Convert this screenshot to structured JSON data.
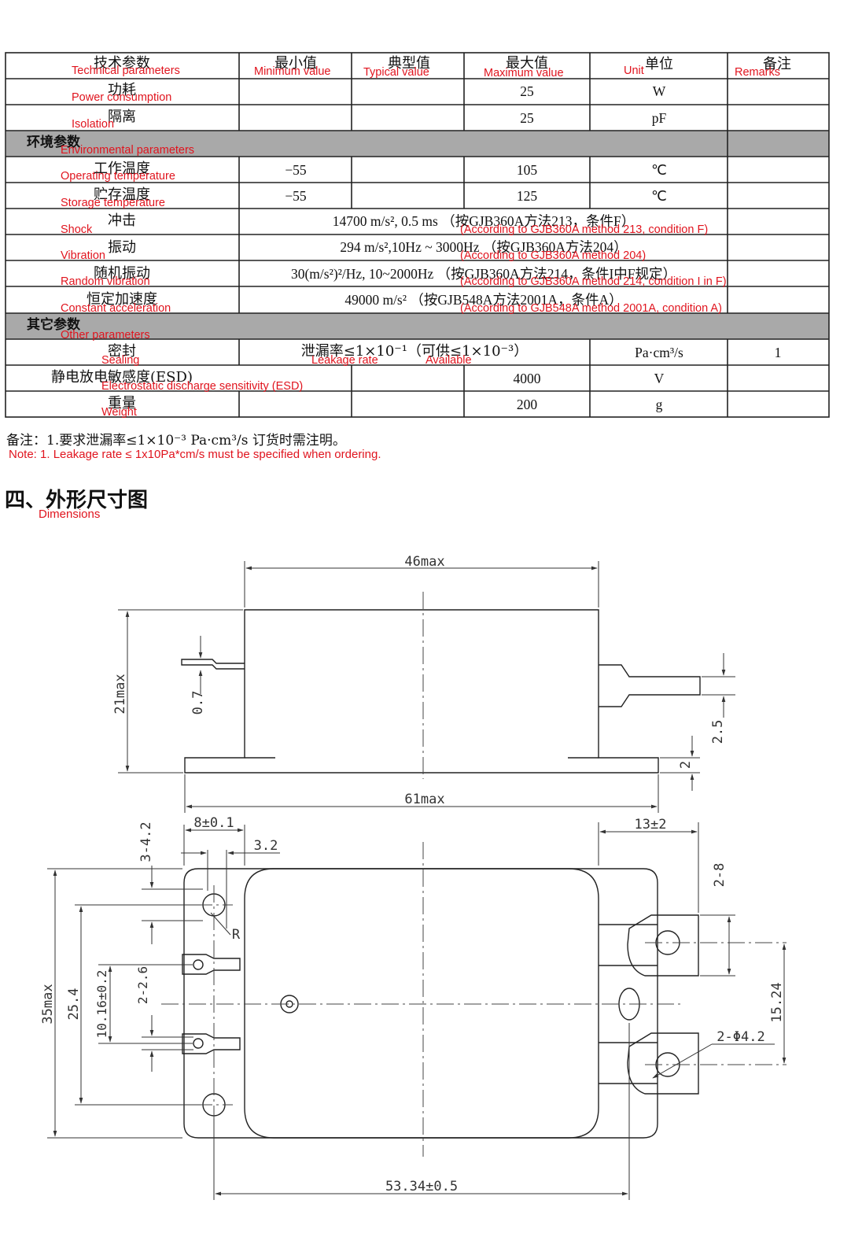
{
  "table": {
    "headers": [
      {
        "cn": "技术参数",
        "en": "Technical parameters"
      },
      {
        "cn": "最小值",
        "en": "Minimum value"
      },
      {
        "cn": "典型值",
        "en": "Typical value"
      },
      {
        "cn": "最大值",
        "en": "Maximum value"
      },
      {
        "cn": "单位",
        "en": "Unit"
      },
      {
        "cn": "备注",
        "en": "Remarks"
      }
    ],
    "rows": {
      "power": {
        "cn": "功耗",
        "en": "Power consumption",
        "max": "25",
        "unit": "W"
      },
      "isolation": {
        "cn": "隔离",
        "en": "Isolation",
        "max": "25",
        "unit": "pF"
      },
      "env_section": {
        "cn": "环境参数",
        "en": "Environmental parameters"
      },
      "op_temp": {
        "cn": "工作温度",
        "en": "Operating temperature",
        "min": "−55",
        "max": "105",
        "unit": "℃"
      },
      "st_temp": {
        "cn": "贮存温度",
        "en": "Storage temperature",
        "min": "−55",
        "max": "125",
        "unit": "℃"
      },
      "shock": {
        "cn": "冲击",
        "en": "Shock",
        "value": "14700 m/s², 0.5 ms （按GJB360A方法213，条件F）",
        "en_note": "(According to GJB360A method 213, condition F)"
      },
      "vibration": {
        "cn": "振动",
        "en": "Vibration",
        "value": "294 m/s²,10Hz ~ 3000Hz （按GJB360A方法204）",
        "en_note": "(According to GJB360A method 204)"
      },
      "random_vib": {
        "cn": "随机振动",
        "en": "Random vibration",
        "value": "30(m/s²)²/Hz, 10~2000Hz （按GJB360A方法214，条件I中F规定）",
        "en_note": "(According to GJB360A method 214, condition I in F)"
      },
      "const_acc": {
        "cn": "恒定加速度",
        "en": "Constant acceleration",
        "value": "49000 m/s² （按GJB548A方法2001A，条件A）",
        "en_note": "(According to GJB548A method 2001A, condition A)"
      },
      "other_section": {
        "cn": "其它参数",
        "en": "Other parameters"
      },
      "sealing": {
        "cn": "密封",
        "en": "Sealing",
        "value": "泄漏率≤1×10⁻¹（可供≤1×10⁻³）",
        "en_leak": "Leakage rate",
        "en_avail": "Available",
        "unit": "Pa·cm³/s",
        "remark": "1"
      },
      "esd": {
        "cn": "静电放电敏感度(ESD)",
        "en": "Electrostatic discharge sensitivity (ESD)",
        "max": "4000",
        "unit": "V"
      },
      "weight": {
        "cn": "重量",
        "en": "Weight",
        "max": "200",
        "unit": "g"
      }
    }
  },
  "note": {
    "cn": "备注：1.要求泄漏率≤1×10⁻³ Pa·cm³/s 订货时需注明。",
    "en": "Note: 1. Leakage rate ≤ 1x10Pa*cm/s must be specified when ordering."
  },
  "section": {
    "cn": "四、外形尺寸图",
    "en": "Dimensions"
  },
  "drawing": {
    "d46": "46max",
    "d21": "21max",
    "d07": "0.7",
    "d25": "2.5",
    "d2": "2",
    "d61": "61max",
    "d8": "8±0.1",
    "d342": "3-4.2",
    "d32": "3.2",
    "d13": "13±2",
    "d28": "2-8",
    "dR": "R",
    "d35": "35max",
    "d254": "25.4",
    "d1016": "10.16±0.2",
    "d226": "2-2.6",
    "d1524": "15.24",
    "d42": "2-Φ4.2",
    "d5334": "53.34±0.5"
  }
}
